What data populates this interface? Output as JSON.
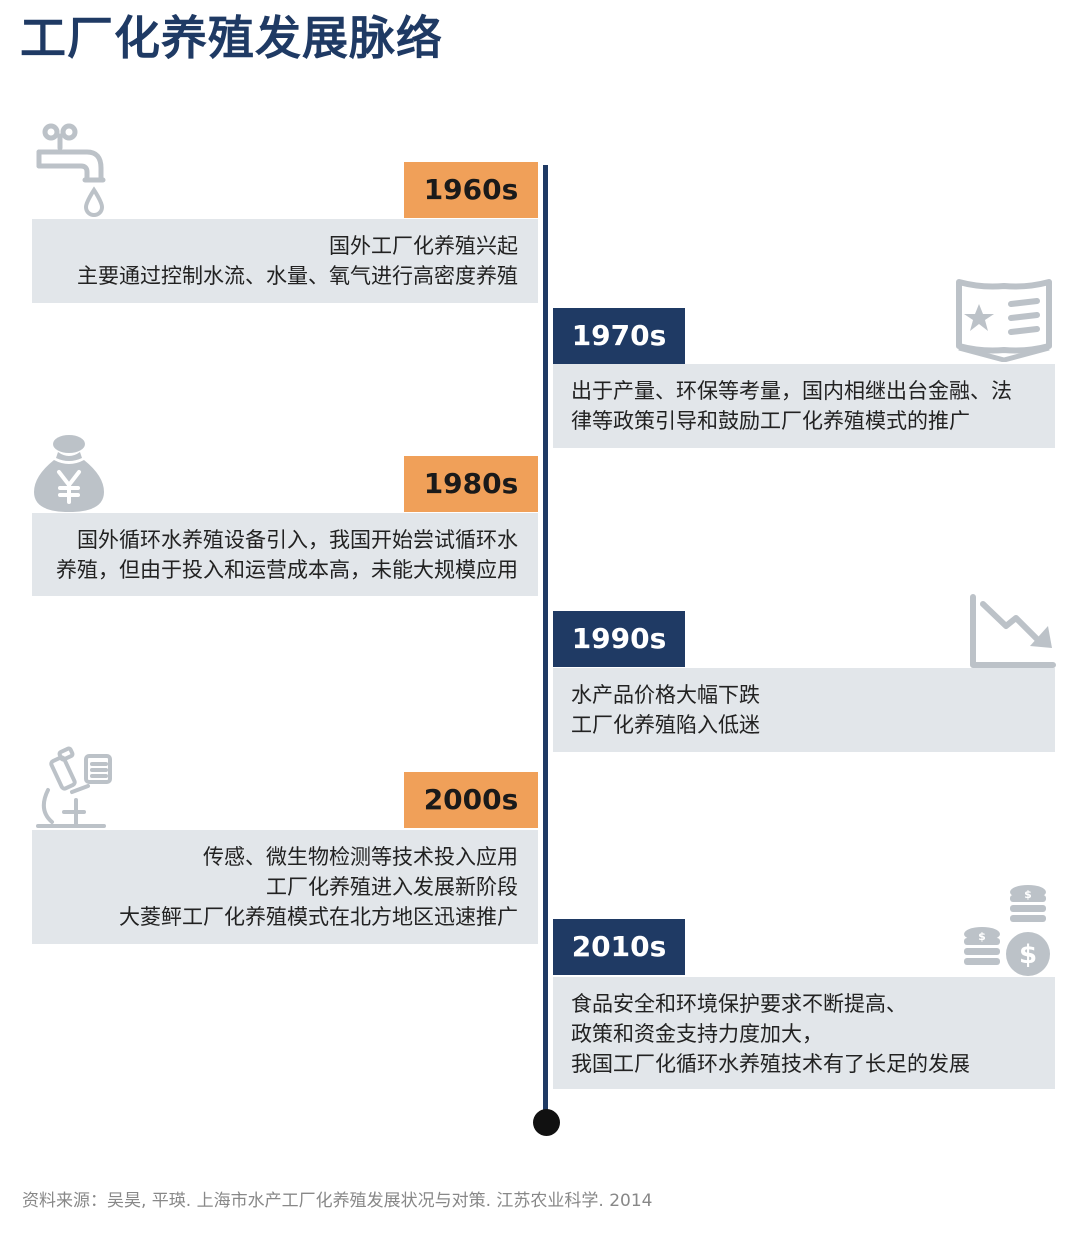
{
  "title": "工厂化养殖发展脉络",
  "timeline": [
    {
      "year": "1960s",
      "lines": [
        "国外工厂化养殖兴起",
        "主要通过控制水流、水量、氧气进行高密度养殖"
      ],
      "icon": "faucet-icon"
    },
    {
      "year": "1970s",
      "lines": [
        "出于产量、环保等考量，国内相继出台金融、法",
        "律等政策引导和鼓励工厂化养殖模式的推广"
      ],
      "icon": "policy-book-icon"
    },
    {
      "year": "1980s",
      "lines": [
        "国外循环水养殖设备引入，我国开始尝试循环水",
        "养殖，但由于投入和运营成本高，未能大规模应用"
      ],
      "icon": "money-bag-icon"
    },
    {
      "year": "1990s",
      "lines": [
        "水产品价格大幅下跌",
        "工厂化养殖陷入低迷"
      ],
      "icon": "declining-chart-icon"
    },
    {
      "year": "2000s",
      "lines": [
        "传感、微生物检测等技术投入应用",
        "工厂化养殖进入发展新阶段",
        "大菱鲆工厂化养殖模式在北方地区迅速推广"
      ],
      "icon": "microscope-icon"
    },
    {
      "year": "2010s",
      "lines": [
        "食品安全和环境保护要求不断提高、",
        "政策和资金支持力度加大，",
        "我国工厂化循环水养殖技术有了长足的发展"
      ],
      "icon": "coins-icon"
    }
  ],
  "source": "资料来源：吴昊, 平瑛. 上海市水产工厂化养殖发展状况与对策. 江苏农业科学. 2014",
  "colors": {
    "navy": "#1f3a64",
    "orange": "#f0a059",
    "box_gray": "#e2e6ea",
    "icon_gray": "#bcc2c8"
  }
}
